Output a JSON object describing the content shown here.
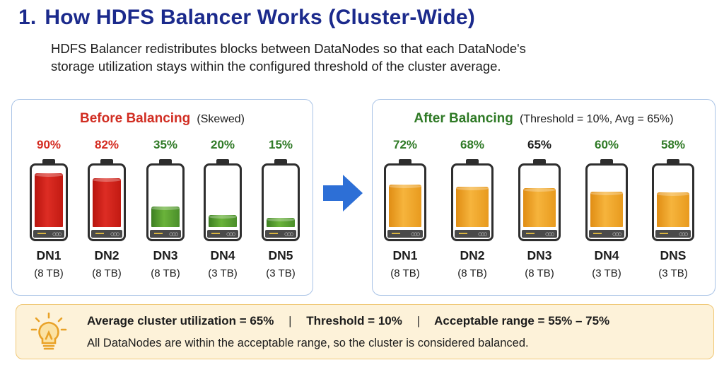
{
  "header": {
    "number": "1.",
    "title": "How HDFS Balancer Works (Cluster-Wide)",
    "description": "HDFS Balancer redistributes blocks between DataNodes so that each DataNode's storage utilization stays within the configured threshold of the cluster average."
  },
  "before": {
    "title": "Before Balancing",
    "subtitle": "(Skewed)",
    "nodes": [
      {
        "pct_label": "90%",
        "utilization": 90,
        "name": "DN1",
        "capacity": "(8 TB)",
        "status": "over"
      },
      {
        "pct_label": "82%",
        "utilization": 82,
        "name": "DN2",
        "capacity": "(8 TB)",
        "status": "over"
      },
      {
        "pct_label": "35%",
        "utilization": 35,
        "name": "DN3",
        "capacity": "(8 TB)",
        "status": "under"
      },
      {
        "pct_label": "20%",
        "utilization": 20,
        "name": "DN4",
        "capacity": "(3 TB)",
        "status": "under"
      },
      {
        "pct_label": "15%",
        "utilization": 15,
        "name": "DN5",
        "capacity": "(3 TB)",
        "status": "under"
      }
    ]
  },
  "after": {
    "title": "After Balancing",
    "subtitle": "(Threshold = 10%, Avg = 65%)",
    "nodes": [
      {
        "pct_label": "72%",
        "utilization": 72,
        "name": "DN1",
        "capacity": "(8 TB)",
        "status": "green"
      },
      {
        "pct_label": "68%",
        "utilization": 68,
        "name": "DN2",
        "capacity": "(8 TB)",
        "status": "green"
      },
      {
        "pct_label": "65%",
        "utilization": 65,
        "name": "DN3",
        "capacity": "(8 TB)",
        "status": "dark"
      },
      {
        "pct_label": "60%",
        "utilization": 60,
        "name": "DN4",
        "capacity": "(3 TB)",
        "status": "green"
      },
      {
        "pct_label": "58%",
        "utilization": 58,
        "name": "DNS",
        "capacity": "(3 TB)",
        "status": "green"
      }
    ]
  },
  "summary": {
    "avg": "Average cluster utilization = 65%",
    "separator": "|",
    "threshold": "Threshold = 10%",
    "range": "Acceptable range = 55% – 75%",
    "conclusion": "All DataNodes are within the acceptable range, so the cluster is considered balanced."
  },
  "colors": {
    "title": "#1b2a8c",
    "red": "#d42b20",
    "green": "#2f7a26",
    "orange": "#f2a930",
    "arrow": "#2d6fd6",
    "info_bg": "#fdf2d9"
  },
  "icons": {
    "arrow": "right-arrow-icon",
    "tip": "lightbulb-icon",
    "battery": "battery-icon"
  }
}
